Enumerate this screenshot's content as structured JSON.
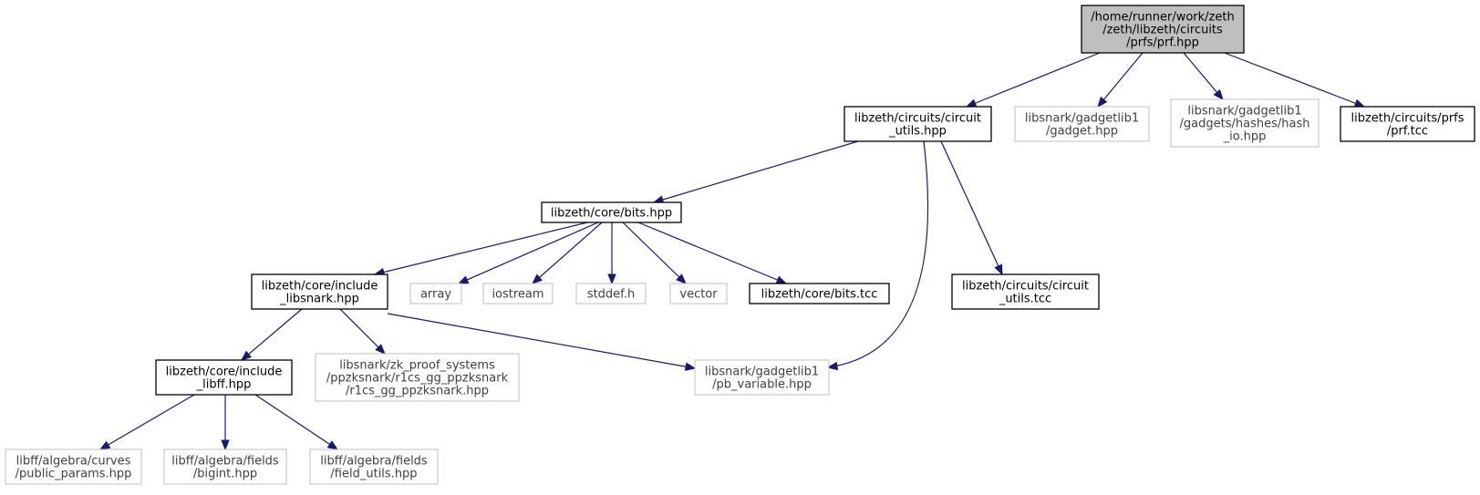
{
  "colors": {
    "root_fill": "#bfbfbf",
    "border_normal": "#000000",
    "border_external": "#bfbfbf",
    "text_normal": "#000000",
    "text_external": "#404040",
    "edge": "#191970"
  },
  "nodes": {
    "root": {
      "lines": [
        "/home/runner/work/zeth",
        "/zeth/libzeth/circuits",
        "/prfs/prf.hpp"
      ],
      "style": "root"
    },
    "circuit_utils_hpp": {
      "lines": [
        "libzeth/circuits/circuit",
        "_utils.hpp"
      ],
      "style": "normal"
    },
    "gadget_hpp": {
      "lines": [
        "libsnark/gadgetlib1",
        "/gadget.hpp"
      ],
      "style": "external"
    },
    "hash_io_hpp": {
      "lines": [
        "libsnark/gadgetlib1",
        "/gadgets/hashes/hash",
        "_io.hpp"
      ],
      "style": "external"
    },
    "prf_tcc": {
      "lines": [
        "libzeth/circuits/prfs",
        "/prf.tcc"
      ],
      "style": "normal"
    },
    "bits_hpp": {
      "lines": [
        "libzeth/core/bits.hpp"
      ],
      "style": "normal"
    },
    "circuit_utils_tcc": {
      "lines": [
        "libzeth/circuits/circuit",
        "_utils.tcc"
      ],
      "style": "normal"
    },
    "include_libsnark": {
      "lines": [
        "libzeth/core/include",
        "_libsnark.hpp"
      ],
      "style": "normal"
    },
    "array": {
      "lines": [
        "array"
      ],
      "style": "external"
    },
    "iostream": {
      "lines": [
        "iostream"
      ],
      "style": "external"
    },
    "stddef": {
      "lines": [
        "stddef.h"
      ],
      "style": "external"
    },
    "vector": {
      "lines": [
        "vector"
      ],
      "style": "external"
    },
    "bits_tcc": {
      "lines": [
        "libzeth/core/bits.tcc"
      ],
      "style": "normal"
    },
    "include_libff": {
      "lines": [
        "libzeth/core/include",
        "_libff.hpp"
      ],
      "style": "normal"
    },
    "r1cs_gg": {
      "lines": [
        "libsnark/zk_proof_systems",
        "/ppzksnark/r1cs_gg_ppzksnark",
        "/r1cs_gg_ppzksnark.hpp"
      ],
      "style": "external"
    },
    "pb_variable": {
      "lines": [
        "libsnark/gadgetlib1",
        "/pb_variable.hpp"
      ],
      "style": "external"
    },
    "public_params": {
      "lines": [
        "libff/algebra/curves",
        "/public_params.hpp"
      ],
      "style": "external"
    },
    "bigint": {
      "lines": [
        "libff/algebra/fields",
        "/bigint.hpp"
      ],
      "style": "external"
    },
    "field_utils": {
      "lines": [
        "libff/algebra/fields",
        "/field_utils.hpp"
      ],
      "style": "external"
    }
  },
  "edges": [
    {
      "from": "root",
      "to": "circuit_utils_hpp"
    },
    {
      "from": "root",
      "to": "gadget_hpp"
    },
    {
      "from": "root",
      "to": "hash_io_hpp"
    },
    {
      "from": "root",
      "to": "prf_tcc"
    },
    {
      "from": "circuit_utils_hpp",
      "to": "bits_hpp"
    },
    {
      "from": "circuit_utils_hpp",
      "to": "circuit_utils_tcc"
    },
    {
      "from": "circuit_utils_hpp",
      "to": "pb_variable"
    },
    {
      "from": "bits_hpp",
      "to": "include_libsnark"
    },
    {
      "from": "bits_hpp",
      "to": "array"
    },
    {
      "from": "bits_hpp",
      "to": "iostream"
    },
    {
      "from": "bits_hpp",
      "to": "stddef"
    },
    {
      "from": "bits_hpp",
      "to": "vector"
    },
    {
      "from": "bits_hpp",
      "to": "bits_tcc"
    },
    {
      "from": "include_libsnark",
      "to": "include_libff"
    },
    {
      "from": "include_libsnark",
      "to": "r1cs_gg"
    },
    {
      "from": "include_libsnark",
      "to": "pb_variable"
    },
    {
      "from": "include_libff",
      "to": "public_params"
    },
    {
      "from": "include_libff",
      "to": "bigint"
    },
    {
      "from": "include_libff",
      "to": "field_utils"
    }
  ]
}
